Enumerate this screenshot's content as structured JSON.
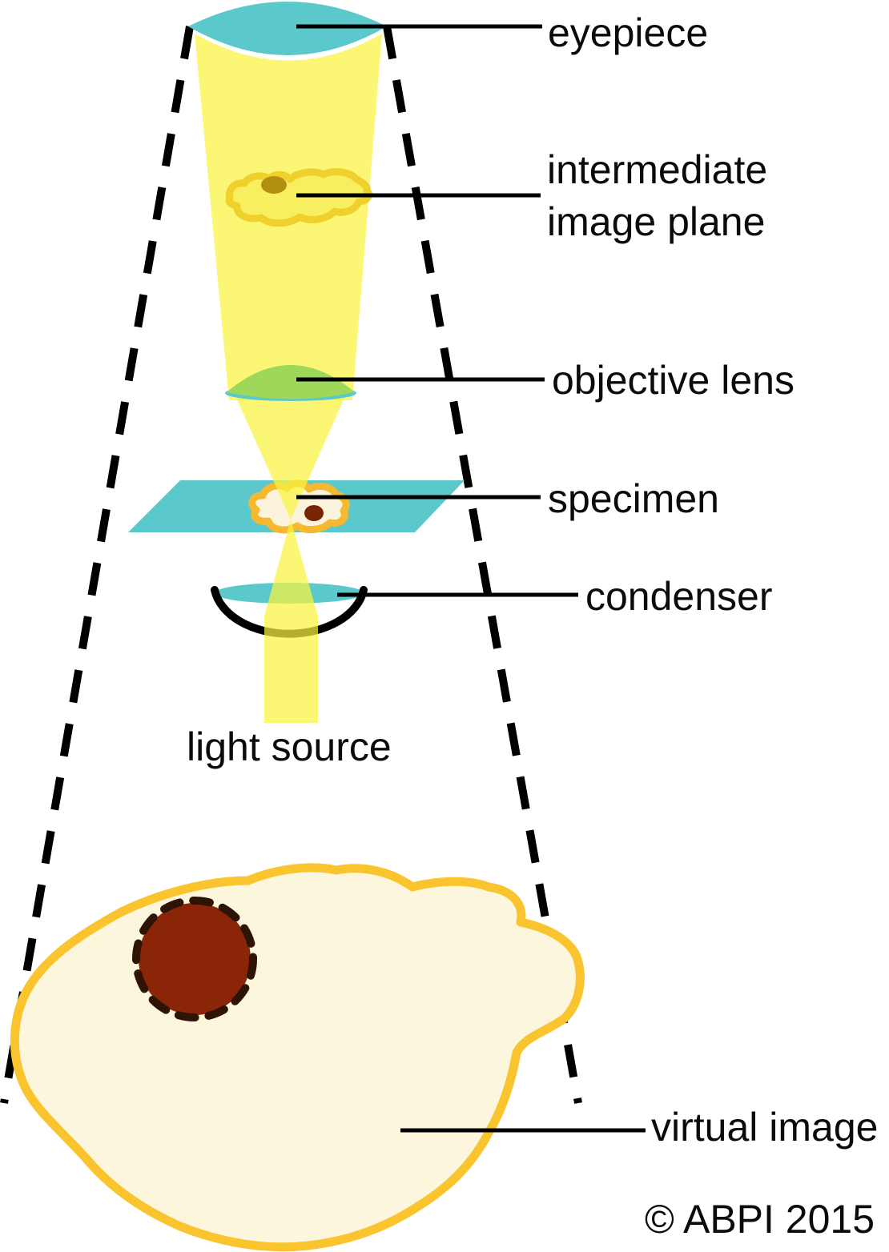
{
  "figure": {
    "title": "Compound light microscope ray diagram",
    "type": "schematic-diagram"
  },
  "labels": {
    "eyepiece": "eyepiece",
    "intermediate_line1": "intermediate",
    "intermediate_line2": "image plane",
    "objective_lens": "objective lens",
    "specimen": "specimen",
    "condenser": "condenser",
    "light_source": "light source",
    "virtual_image": "virtual image",
    "copyright": "© ABPI 2015"
  },
  "colors": {
    "lens_teal": "#5BC8CC",
    "beam_yellow": "#F9F440",
    "objective_green": "#9ED75A",
    "intermediate_blob_outline": "#EFD02C",
    "intermediate_blob_fill": "#F8EF60",
    "intermediate_spot": "#B2900F",
    "specimen_outline": "#F5B82E",
    "specimen_fill": "#FCF3DC",
    "specimen_nucleus": "#7A2406",
    "virtual_blob_outline": "#FAC42F",
    "virtual_blob_fill": "#FCF6DC",
    "virtual_nucleus": "#8B2507",
    "nucleus_dash": "#2E1404",
    "line_black": "#000000"
  }
}
